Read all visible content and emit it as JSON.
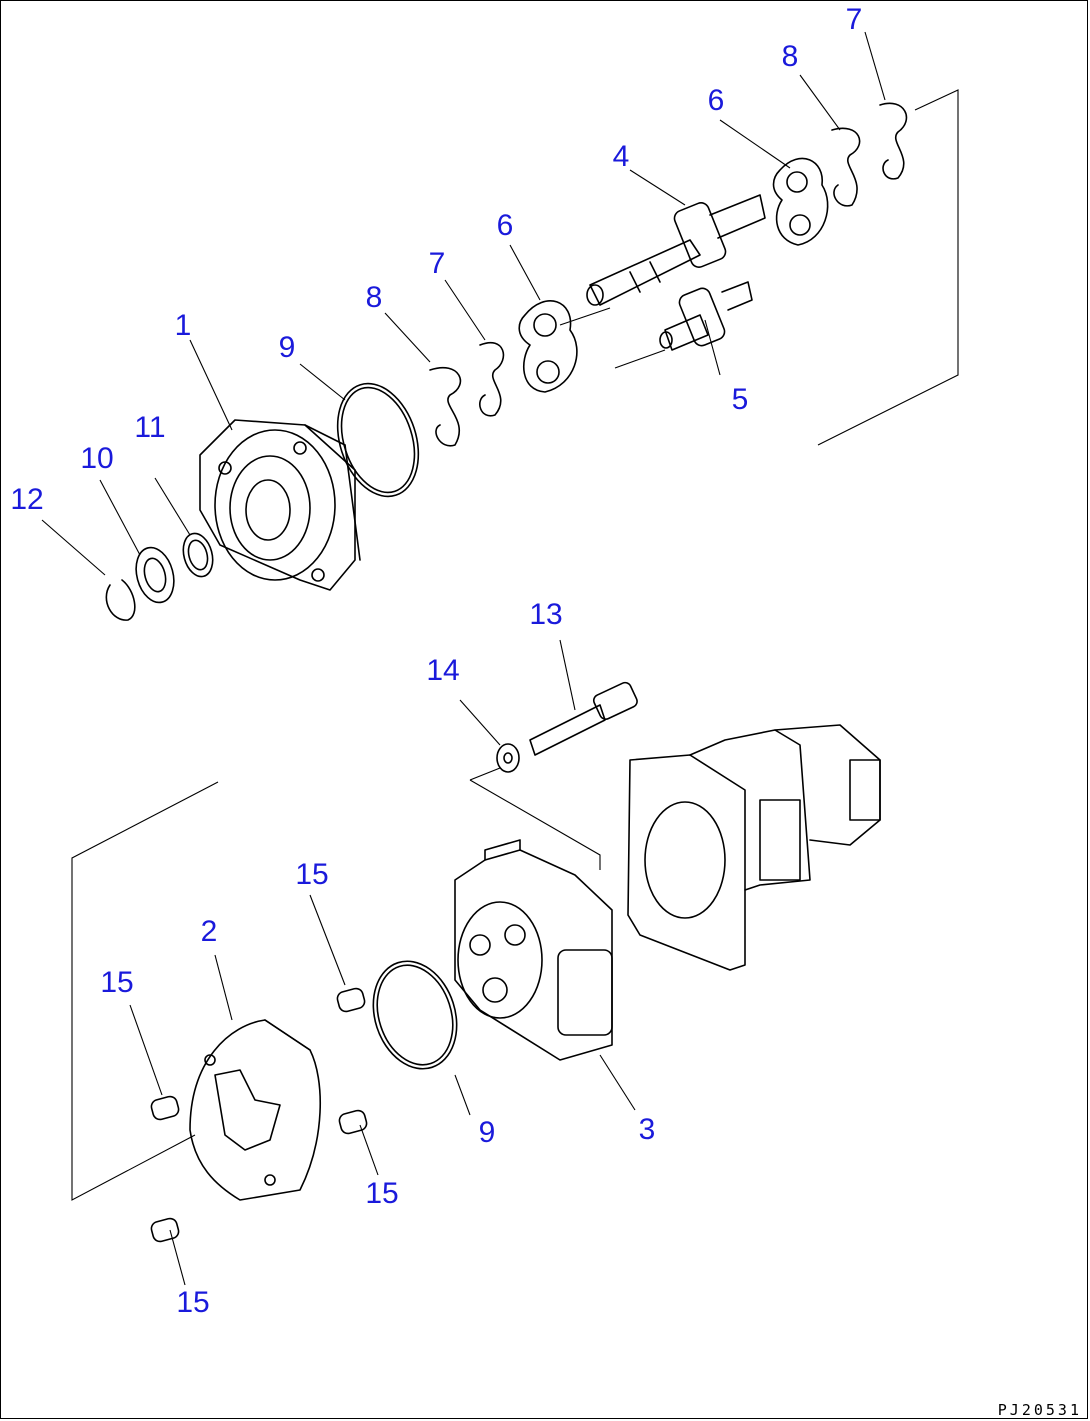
{
  "callouts": {
    "c1": "1",
    "c2": "2",
    "c3": "3",
    "c4": "4",
    "c5": "5",
    "c6a": "6",
    "c6b": "6",
    "c7a": "7",
    "c7b": "7",
    "c8a": "8",
    "c8b": "8",
    "c9a": "9",
    "c9b": "9",
    "c10": "10",
    "c11": "11",
    "c12": "12",
    "c13": "13",
    "c14": "14",
    "c15a": "15",
    "c15b": "15",
    "c15c": "15",
    "c15d": "15"
  },
  "drawing_code": "PJ20531",
  "colors": {
    "callout": "#1a1adb",
    "line": "#000000"
  }
}
